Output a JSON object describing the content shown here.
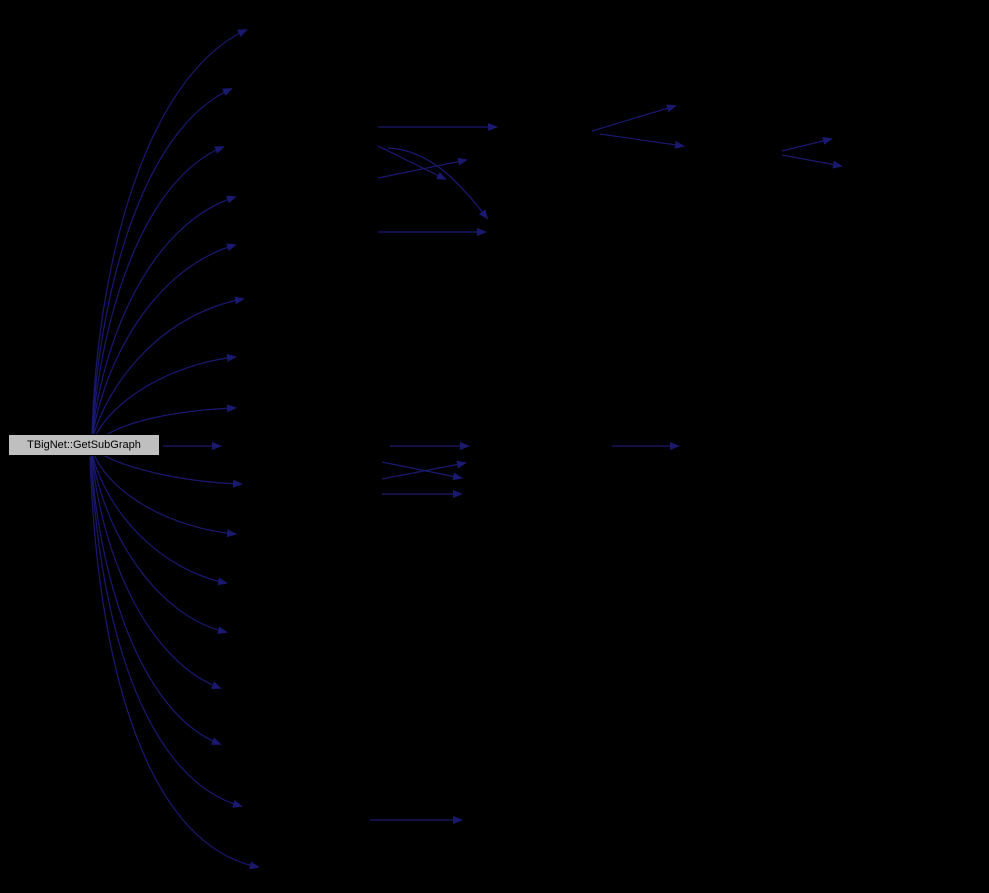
{
  "diagram": {
    "type": "call-graph",
    "background_color": "#000000",
    "edge_color": "#191970",
    "root_node": {
      "label": "TBigNet::GetSubGraph",
      "fill_color": "#bfbfbf",
      "border_color": "#000000",
      "text_color": "#000000"
    },
    "edges": [
      "M 92,436 C 96,280 140,80 246,30",
      "M 92,436 C 98,300 140,130 231,89",
      "M 92,437 C 100,320 142,180 223,147",
      "M 92,438 C 102,340 150,224 235,197",
      "M 92,439 C 104,360 155,268 235,245",
      "M 92,440 C 108,382 162,314 243,299",
      "M 93,441 C 110,400 172,364 235,357",
      "M 95,443 C 120,420 182,410 235,408",
      "M 163,446 L 220,446",
      "M 95,450 C 120,468 182,482 241,484",
      "M 93,452 C 110,495 172,528 235,534",
      "M 92,454 C 108,515 162,570 226,583",
      "M 92,455 C 104,532 156,616 226,632",
      "M 92,456 C 102,560 150,662 220,688",
      "M 91,456 C 100,592 146,716 220,744",
      "M 91,457 C 100,642 152,782 241,806",
      "M 90,457 C 98,682 152,846 258,867",
      "M 378,127 L 496,127",
      "M 378,146 L 445,179",
      "M 378,178 L 466,160",
      "M 388,148 C 432,150 462,186 487,218",
      "M 378,232 L 485,232",
      "M 390,446 L 468,446",
      "M 382,462 L 461,478",
      "M 382,479 L 465,463",
      "M 382,494 L 461,494",
      "M 592,131 L 675,106",
      "M 600,134 L 683,146",
      "M 782,151 L 831,139",
      "M 782,155 L 841,166",
      "M 612,446 L 678,446",
      "M 370,820 L 461,820"
    ]
  }
}
